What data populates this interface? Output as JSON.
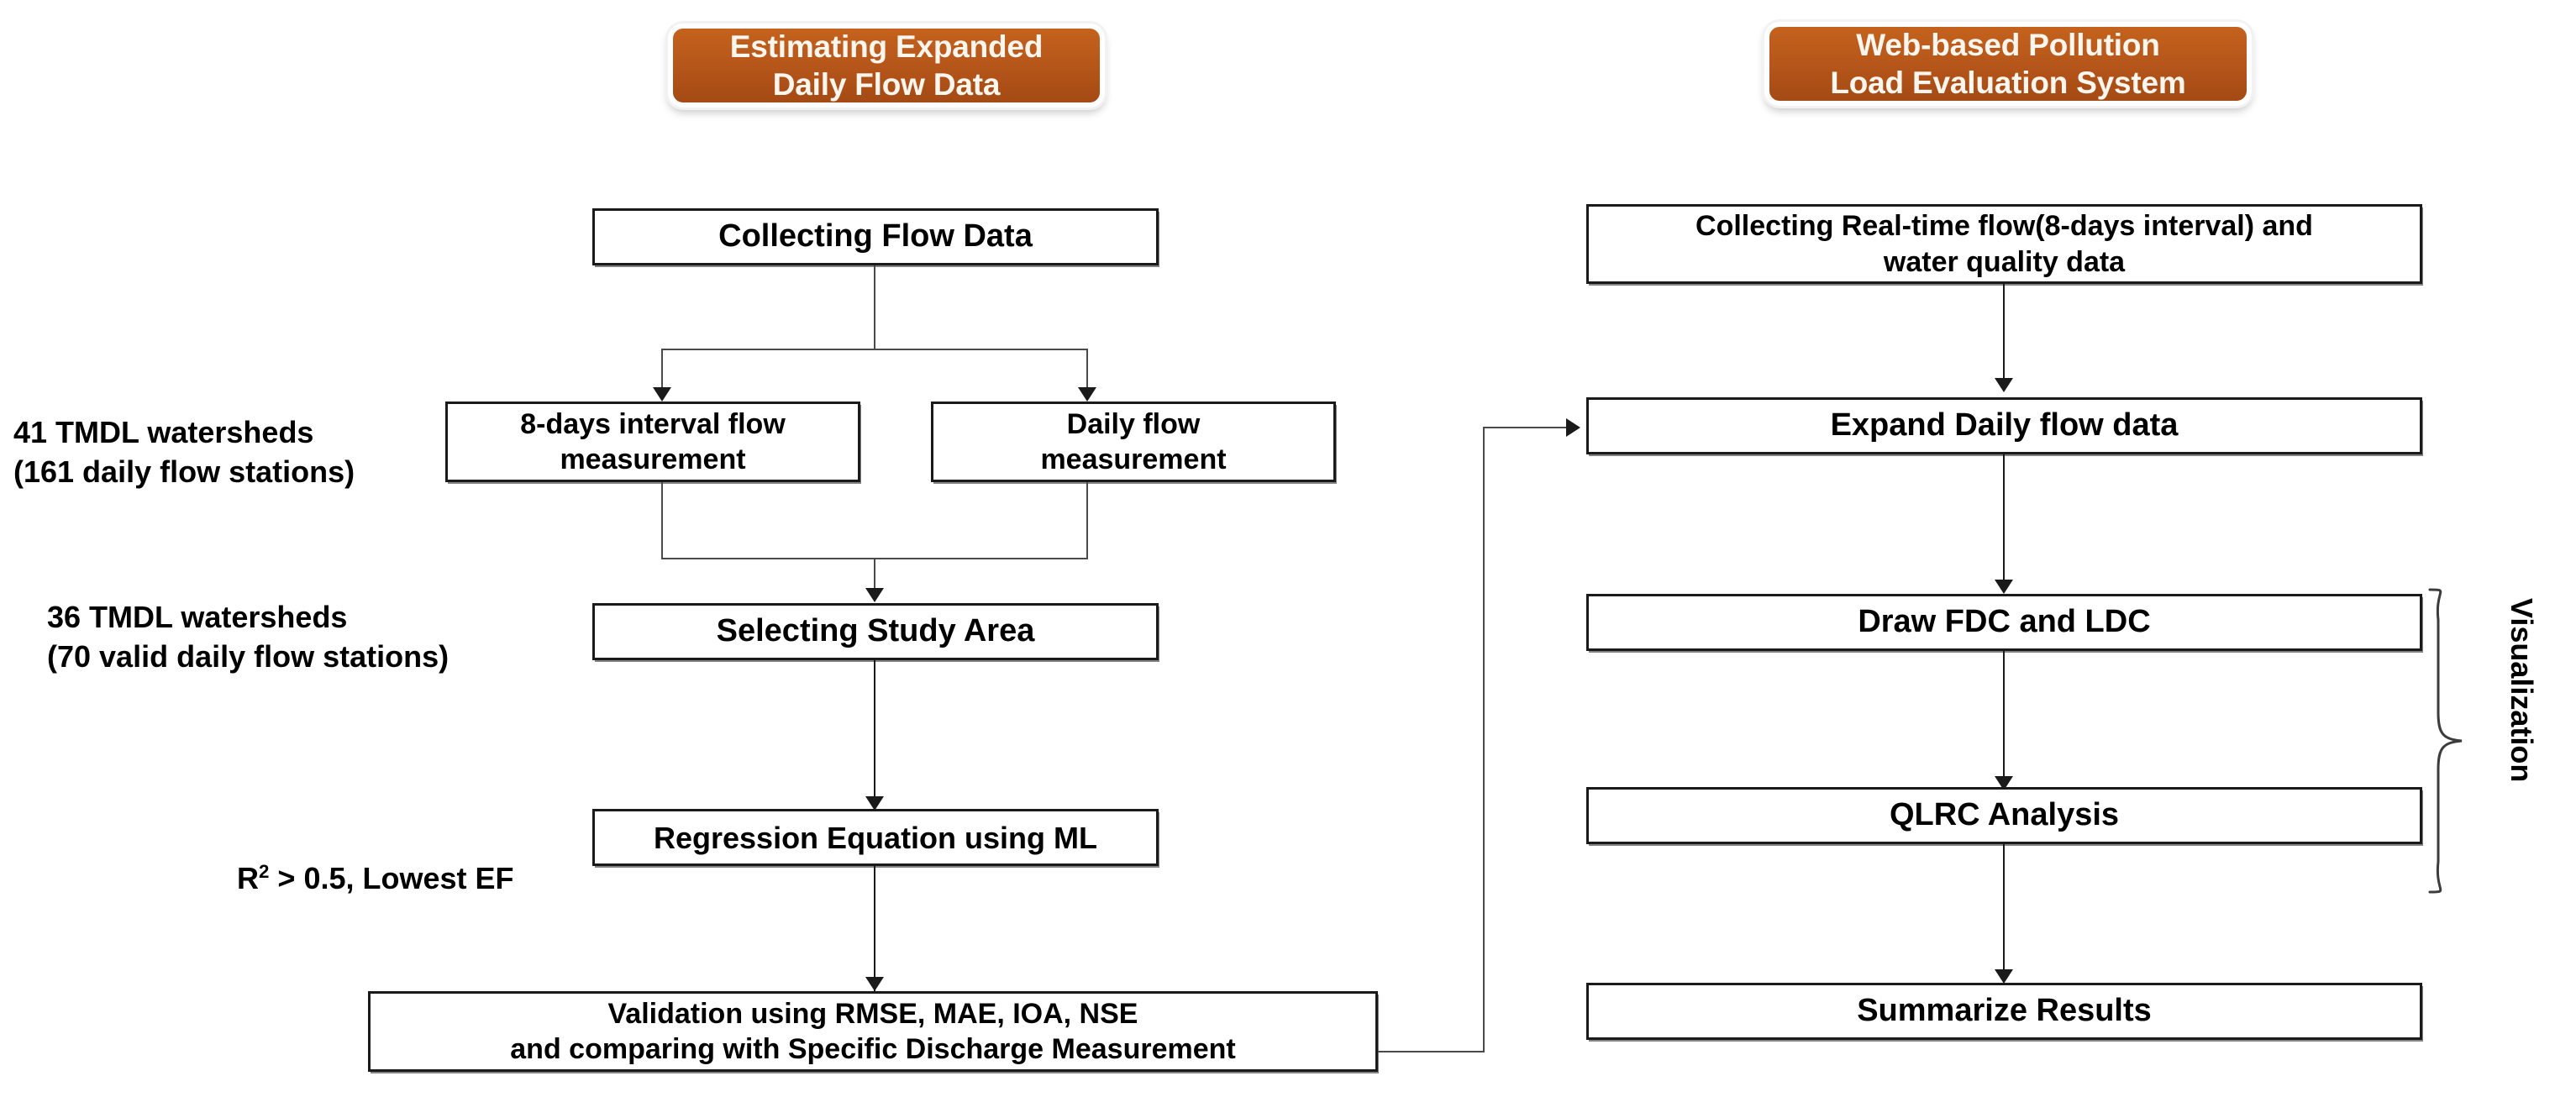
{
  "diagram": {
    "title": "Research workflow: expanded daily flow estimation and web-based pollution load evaluation",
    "accent_color": "#b4551a",
    "box_border_color": "#1a1a1a",
    "background_color": "#ffffff"
  },
  "headers": {
    "left": "Estimating Expanded\nDaily Flow Data",
    "right": "Web-based Pollution\nLoad Evaluation System"
  },
  "left_column": {
    "collecting_flow_data": "Collecting Flow Data",
    "eight_days_interval": "8-days interval flow\nmeasurement",
    "daily_flow": "Daily flow\nmeasurement",
    "selecting_study_area": "Selecting Study Area",
    "regression_equation": "Regression Equation using ML",
    "validation": "Validation using RMSE, MAE, IOA, NSE\nand comparing with Specific Discharge Measurement"
  },
  "left_annotations": {
    "watersheds_41": "41 TMDL watersheds\n(161 daily flow stations)",
    "watersheds_36": "36 TMDL watersheds\n(70 valid daily flow stations)",
    "criteria_prefix": "R",
    "criteria_superscript": "2",
    "criteria_suffix": " > 0.5, Lowest EF"
  },
  "right_column": {
    "collecting_realtime": "Collecting Real-time flow(8-days interval) and\nwater quality data",
    "expand_daily_flow": "Expand Daily flow data",
    "draw_fdc_ldc": "Draw FDC and LDC",
    "qlrc_analysis": "QLRC Analysis",
    "summarize_results": "Summarize Results"
  },
  "right_annotations": {
    "visualization": "Visualization"
  }
}
